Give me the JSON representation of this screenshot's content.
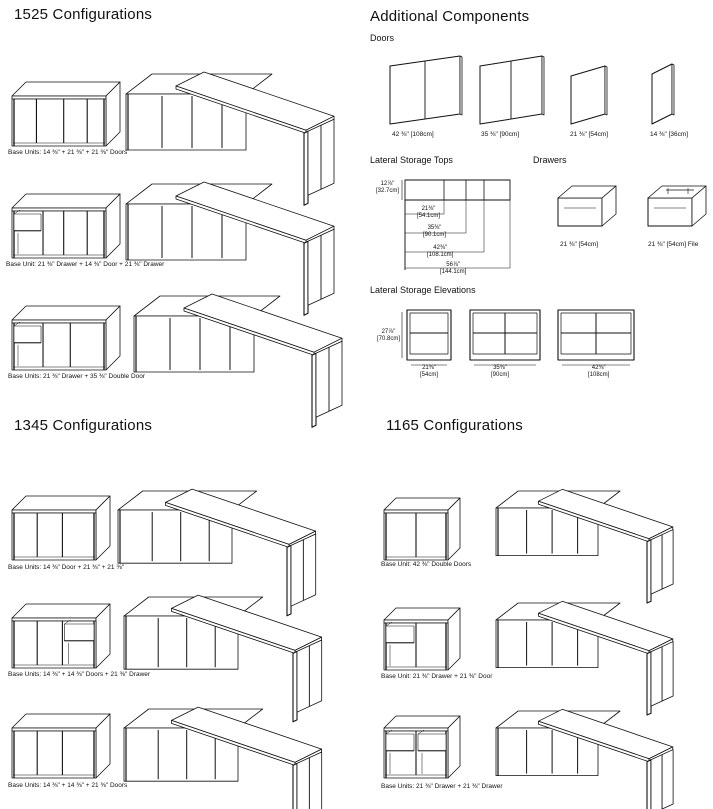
{
  "sections": {
    "s1525": {
      "title": "1525 Configurations",
      "rows": [
        {
          "caption": "Base Units: 14 ⅜\" + 21 ⅜\" + 21 ⅜\" Doors"
        },
        {
          "caption": "Base Unit: 21 ⅜\" Drawer + 14 ⅜\" Door + 21 ⅜\" Drawer"
        },
        {
          "caption": "Base Units: 21 ⅜\" Drawer + 35 ⅜\" Double Door"
        }
      ]
    },
    "s1345": {
      "title": "1345 Configurations",
      "rows": [
        {
          "caption": "Base Units: 14 ⅜\" Door + 21 ⅜\" + 21 ⅜\""
        },
        {
          "caption": "Base Units: 14 ⅜\" + 14 ⅜\" Doors + 21 ⅜\" Drawer"
        },
        {
          "caption": "Base Units: 14 ⅜\" + 14 ⅜\" + 21 ⅜\" Doors"
        }
      ]
    },
    "s1165": {
      "title": "1165 Configurations",
      "rows": [
        {
          "caption": "Base Unit: 42 ⅜\" Double Doors"
        },
        {
          "caption": "Base Unit: 21 ⅜\" Drawer + 21 ⅜\" Door"
        },
        {
          "caption": "Base Units: 21 ⅜\" Drawer + 21 ⅜\" Drawer"
        }
      ]
    }
  },
  "additional": {
    "title": "Additional Components",
    "doors": {
      "title": "Doors",
      "labels": [
        "42 ⅜\" [108cm]",
        "35 ⅜\" [90cm]",
        "21 ⅜\" [54cm]",
        "14 ⅜\" [36cm]"
      ]
    },
    "tops": {
      "title": "Lateral Storage Tops",
      "depth": [
        "12⅞\"",
        "[32.7cm]"
      ],
      "widths": [
        [
          "21⅜\"",
          "[54.1cm]"
        ],
        [
          "35⅜\"",
          "[90.1cm]"
        ],
        [
          "42⅜\"",
          "[108.1cm]"
        ],
        [
          "56⅞\"",
          "[144.1cm]"
        ]
      ]
    },
    "drawers": {
      "title": "Drawers",
      "labels": [
        "21 ⅜\" [54cm]",
        "21 ⅜\" [54cm] File"
      ]
    },
    "elevations": {
      "title": "Lateral Storage Elevations",
      "height": [
        "27⅞\"",
        "[70.8cm]"
      ],
      "widths": [
        [
          "21⅜\"",
          "[54cm]"
        ],
        [
          "35⅜\"",
          "[90cm]"
        ],
        [
          "42⅜\"",
          "[108cm]"
        ]
      ]
    }
  }
}
